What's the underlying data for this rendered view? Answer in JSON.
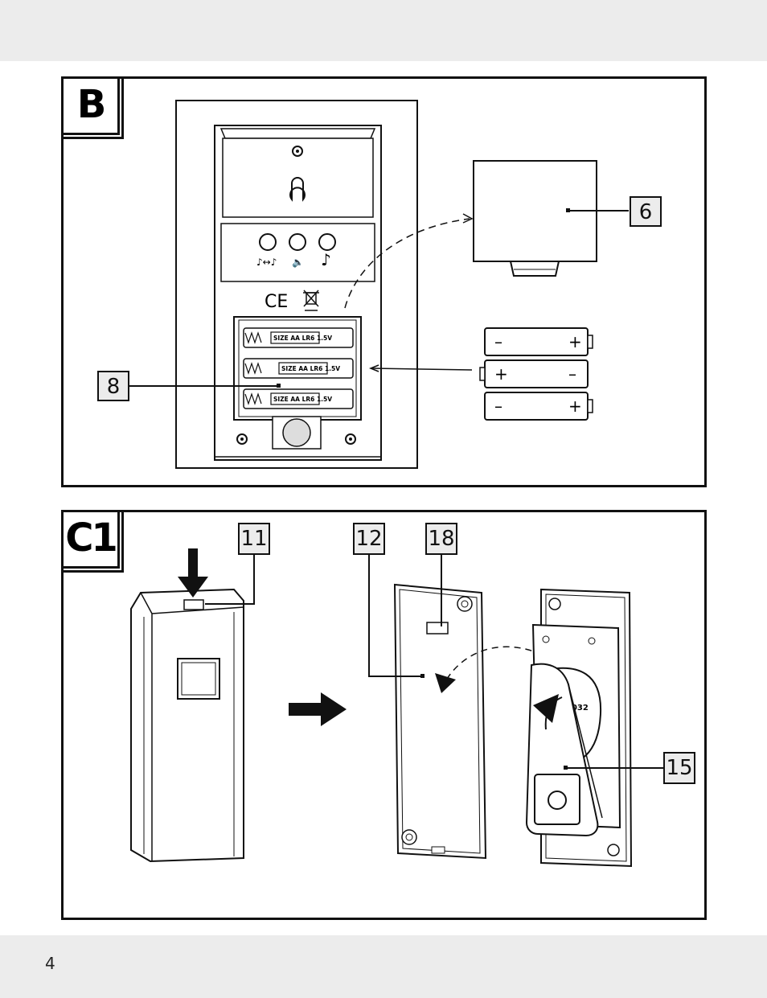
{
  "page": {
    "number": "4"
  },
  "panel_b": {
    "label": "B",
    "callouts": {
      "battery_cover": "6",
      "battery_compartment": "8"
    },
    "battery_labels": [
      "SIZE AA LR6 1.5V",
      "SIZE AA LR6 1.5V",
      "SIZE AA LR6 1.5V"
    ],
    "marks": {
      "ce": "CE"
    },
    "polarity": {
      "plus": "+",
      "minus": "–"
    }
  },
  "panel_c1": {
    "label": "C1",
    "callouts": {
      "release_tab": "11",
      "back_cover": "12",
      "mount_slot": "18",
      "battery_flap": "15"
    },
    "coin_cell_text": "2032"
  }
}
